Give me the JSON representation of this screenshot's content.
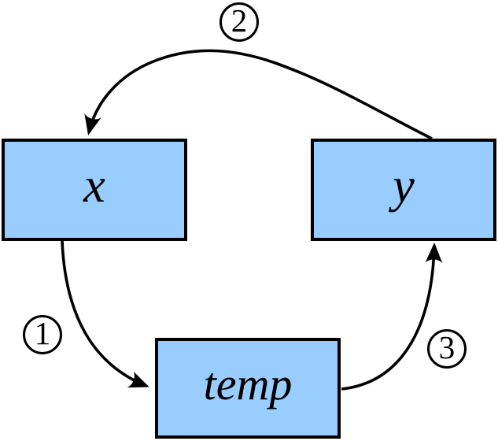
{
  "colors": {
    "node_fill": "#99ccff",
    "outline": "#000000",
    "background": "#ffffff"
  },
  "nodes": [
    {
      "id": "x",
      "label": "x"
    },
    {
      "id": "y",
      "label": "y"
    },
    {
      "id": "temp",
      "label": "temp"
    }
  ],
  "steps": [
    {
      "number": "1"
    },
    {
      "number": "2"
    },
    {
      "number": "3"
    }
  ],
  "arrows": [
    {
      "step": "1",
      "from": "x",
      "to": "temp"
    },
    {
      "step": "2",
      "from": "y",
      "to": "x"
    },
    {
      "step": "3",
      "from": "temp",
      "to": "y"
    }
  ]
}
